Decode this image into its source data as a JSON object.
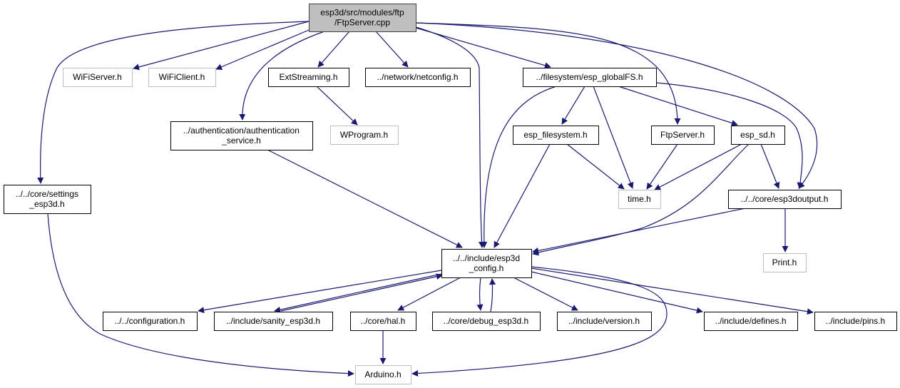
{
  "title": "esp3d/src/modules/ftp/FtpServer.cpp include dependency graph",
  "colors": {
    "edge": "#191970",
    "root_fill": "#bfbfbf",
    "root_stroke": "#404040",
    "node_stroke": "#000000",
    "external_stroke": "#bfbfbf",
    "node_fill": "#ffffff"
  },
  "nodes": [
    {
      "id": "root",
      "lines": [
        "esp3d/src/modules/ftp",
        "/FtpServer.cpp"
      ],
      "kind": "root"
    },
    {
      "id": "wifiserver",
      "lines": [
        "WiFiServer.h"
      ],
      "kind": "external"
    },
    {
      "id": "wificlient",
      "lines": [
        "WiFiClient.h"
      ],
      "kind": "external"
    },
    {
      "id": "extstreaming",
      "lines": [
        "ExtStreaming.h"
      ],
      "kind": "normal"
    },
    {
      "id": "netconfig",
      "lines": [
        "../network/netconfig.h"
      ],
      "kind": "normal"
    },
    {
      "id": "globalfs",
      "lines": [
        "../filesystem/esp_globalFS.h"
      ],
      "kind": "normal"
    },
    {
      "id": "auth",
      "lines": [
        "../authentication/authentication",
        "_service.h"
      ],
      "kind": "normal"
    },
    {
      "id": "wprogram",
      "lines": [
        "WProgram.h"
      ],
      "kind": "external"
    },
    {
      "id": "espfs",
      "lines": [
        "esp_filesystem.h"
      ],
      "kind": "normal"
    },
    {
      "id": "ftpserverh",
      "lines": [
        "FtpServer.h"
      ],
      "kind": "normal"
    },
    {
      "id": "espsd",
      "lines": [
        "esp_sd.h"
      ],
      "kind": "normal"
    },
    {
      "id": "settings",
      "lines": [
        "../../core/settings",
        "_esp3d.h"
      ],
      "kind": "normal"
    },
    {
      "id": "timeh",
      "lines": [
        "time.h"
      ],
      "kind": "external"
    },
    {
      "id": "esp3doutput",
      "lines": [
        "../../core/esp3doutput.h"
      ],
      "kind": "normal"
    },
    {
      "id": "config",
      "lines": [
        "../../include/esp3d",
        "_config.h"
      ],
      "kind": "normal"
    },
    {
      "id": "printh",
      "lines": [
        "Print.h"
      ],
      "kind": "external"
    },
    {
      "id": "configuration",
      "lines": [
        "../../configuration.h"
      ],
      "kind": "normal"
    },
    {
      "id": "sanity",
      "lines": [
        "../include/sanity_esp3d.h"
      ],
      "kind": "normal"
    },
    {
      "id": "hal",
      "lines": [
        "../core/hal.h"
      ],
      "kind": "normal"
    },
    {
      "id": "debug",
      "lines": [
        "../core/debug_esp3d.h"
      ],
      "kind": "normal"
    },
    {
      "id": "version",
      "lines": [
        "../include/version.h"
      ],
      "kind": "normal"
    },
    {
      "id": "defines",
      "lines": [
        "../include/defines.h"
      ],
      "kind": "normal"
    },
    {
      "id": "pins",
      "lines": [
        "../include/pins.h"
      ],
      "kind": "normal"
    },
    {
      "id": "arduino",
      "lines": [
        "Arduino.h"
      ],
      "kind": "external"
    }
  ],
  "edges": [
    {
      "from": "root",
      "to": "wifiserver"
    },
    {
      "from": "root",
      "to": "wificlient"
    },
    {
      "from": "root",
      "to": "extstreaming"
    },
    {
      "from": "root",
      "to": "netconfig"
    },
    {
      "from": "root",
      "to": "globalfs"
    },
    {
      "from": "root",
      "to": "auth"
    },
    {
      "from": "root",
      "to": "settings"
    },
    {
      "from": "root",
      "to": "config"
    },
    {
      "from": "root",
      "to": "ftpserverh"
    },
    {
      "from": "root",
      "to": "esp3doutput"
    },
    {
      "from": "extstreaming",
      "to": "wprogram"
    },
    {
      "from": "auth",
      "to": "config"
    },
    {
      "from": "globalfs",
      "to": "espfs"
    },
    {
      "from": "globalfs",
      "to": "timeh"
    },
    {
      "from": "globalfs",
      "to": "espsd"
    },
    {
      "from": "globalfs",
      "to": "config"
    },
    {
      "from": "globalfs",
      "to": "esp3doutput"
    },
    {
      "from": "espfs",
      "to": "timeh"
    },
    {
      "from": "espfs",
      "to": "config"
    },
    {
      "from": "ftpserverh",
      "to": "timeh"
    },
    {
      "from": "espsd",
      "to": "timeh"
    },
    {
      "from": "espsd",
      "to": "esp3doutput"
    },
    {
      "from": "espsd",
      "to": "config"
    },
    {
      "from": "esp3doutput",
      "to": "config"
    },
    {
      "from": "esp3doutput",
      "to": "printh"
    },
    {
      "from": "settings",
      "to": "arduino"
    },
    {
      "from": "config",
      "to": "configuration"
    },
    {
      "from": "config",
      "to": "sanity"
    },
    {
      "from": "sanity",
      "to": "config"
    },
    {
      "from": "config",
      "to": "hal"
    },
    {
      "from": "config",
      "to": "debug"
    },
    {
      "from": "debug",
      "to": "config"
    },
    {
      "from": "config",
      "to": "version"
    },
    {
      "from": "config",
      "to": "defines"
    },
    {
      "from": "config",
      "to": "pins"
    },
    {
      "from": "config",
      "to": "arduino"
    },
    {
      "from": "hal",
      "to": "arduino"
    }
  ]
}
